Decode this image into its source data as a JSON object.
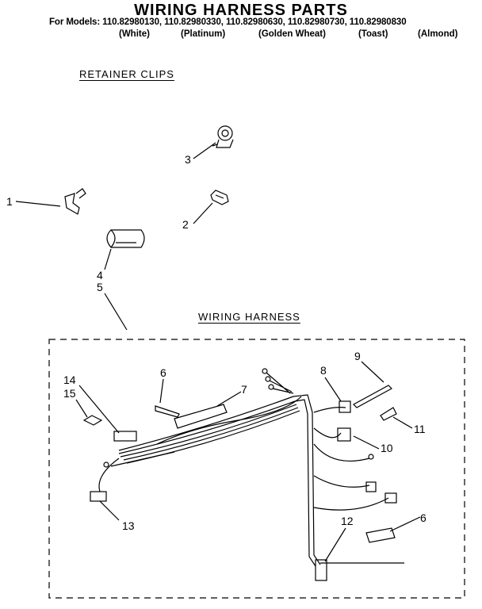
{
  "header": {
    "title": "WIRING HARNESS PARTS",
    "models_line": "For Models: 110.82980130, 110.82980330, 110.82980630, 110.82980730, 110.82980830",
    "colors": [
      "(White)",
      "(Platinum)",
      "(Golden Wheat)",
      "(Toast)",
      "(Almond)"
    ]
  },
  "sections": {
    "retainer_clips": "RETAINER CLIPS",
    "wiring_harness": "WIRING HARNESS"
  },
  "callouts": {
    "c1": "1",
    "c2": "2",
    "c3": "3",
    "c4": "4",
    "c5": "5",
    "c6a": "6",
    "c6b": "6",
    "c7": "7",
    "c8": "8",
    "c9": "9",
    "c10": "10",
    "c11": "11",
    "c12": "12",
    "c13": "13",
    "c14": "14",
    "c15": "15"
  }
}
